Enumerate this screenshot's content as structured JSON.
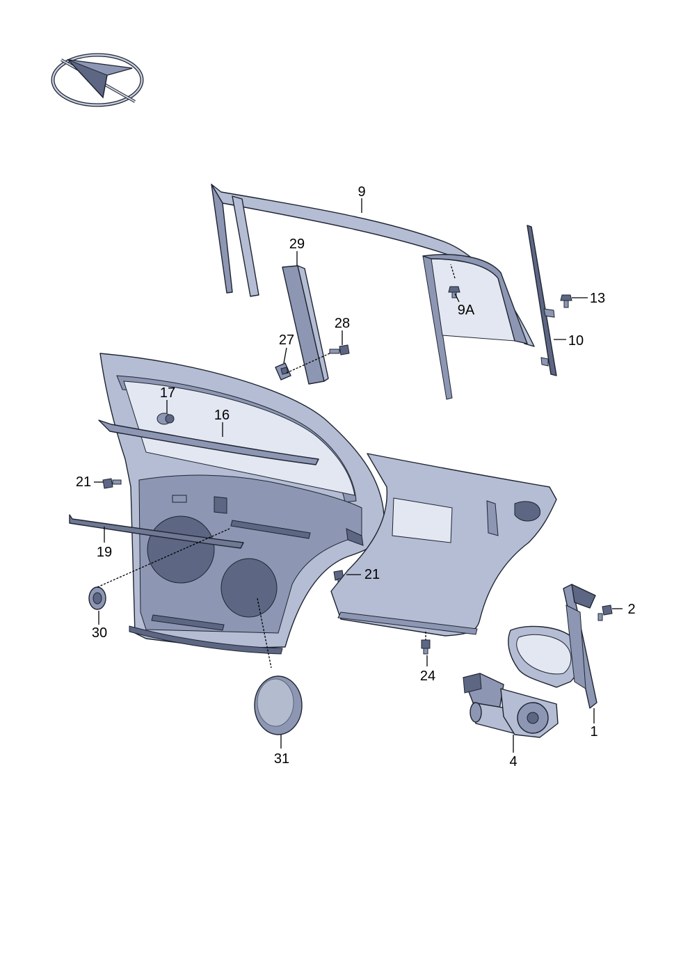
{
  "colors": {
    "panel_fill": "#b4bdd3",
    "panel_shade": "#8d97b3",
    "panel_dark": "#5d6784",
    "seal_fill": "#6f7994",
    "outline": "#1d2330",
    "glass_tint": "#e2e7f1",
    "label_text": "#000000"
  },
  "orientation_icon": {
    "icon": "view-direction-arrow-icon"
  },
  "parts": [
    {
      "id": "p9",
      "label": "9",
      "part": "window-guide-frame"
    },
    {
      "id": "p29",
      "label": "29",
      "part": "b-pillar-trim"
    },
    {
      "id": "p9a",
      "label": "9A",
      "part": "screw"
    },
    {
      "id": "p13",
      "label": "13",
      "part": "screw"
    },
    {
      "id": "p28",
      "label": "28",
      "part": "bolt"
    },
    {
      "id": "p27",
      "label": "27",
      "part": "clip"
    },
    {
      "id": "p10",
      "label": "10",
      "part": "window-channel"
    },
    {
      "id": "p17",
      "label": "17",
      "part": "grommet"
    },
    {
      "id": "p16",
      "label": "16",
      "part": "window-weatherstrip"
    },
    {
      "id": "p21a",
      "label": "21",
      "part": "bolt"
    },
    {
      "id": "p21b",
      "label": "21",
      "part": "bolt"
    },
    {
      "id": "p19",
      "label": "19",
      "part": "outer-seal"
    },
    {
      "id": "p30",
      "label": "30",
      "part": "plug"
    },
    {
      "id": "p2",
      "label": "2",
      "part": "bolt"
    },
    {
      "id": "p24",
      "label": "24",
      "part": "screw"
    },
    {
      "id": "p1",
      "label": "1",
      "part": "window-regulator"
    },
    {
      "id": "p4",
      "label": "4",
      "part": "window-motor"
    },
    {
      "id": "p31",
      "label": "31",
      "part": "cover-membrane"
    }
  ]
}
